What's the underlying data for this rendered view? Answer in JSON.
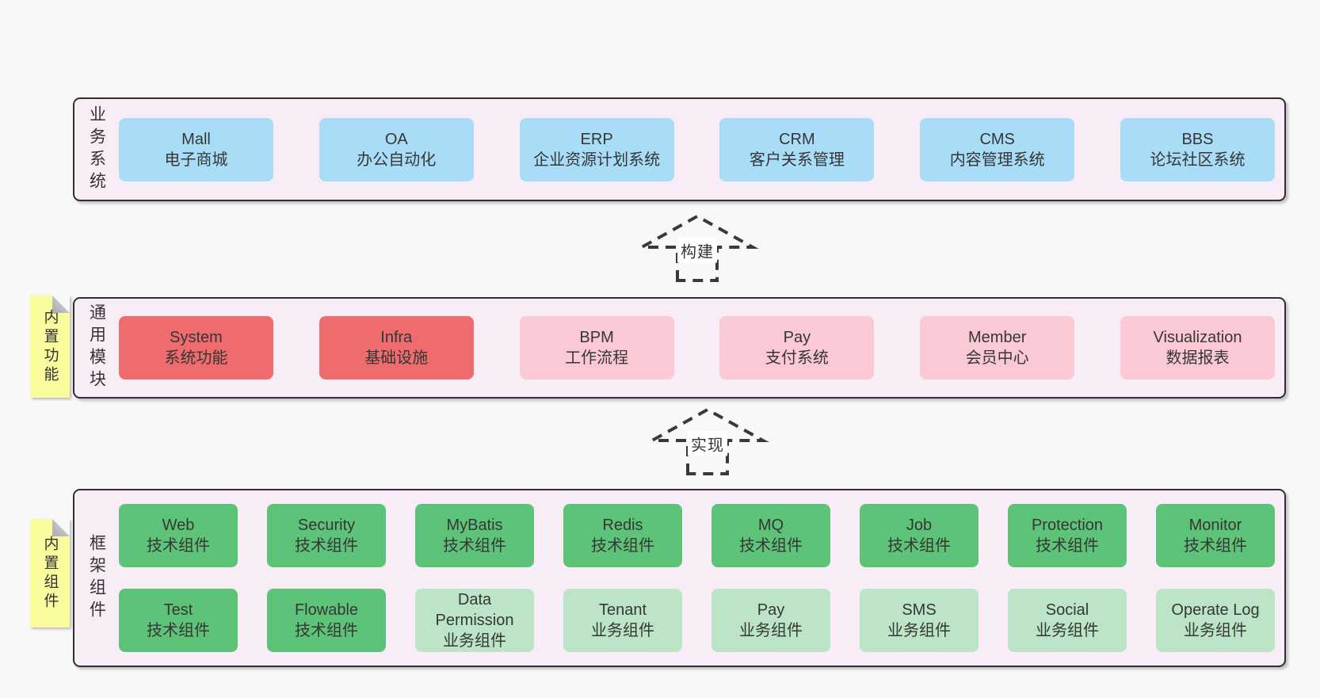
{
  "colors": {
    "page_bg": "#f8f8f8",
    "band_bg": "#f8edf6",
    "band_border": "#312e33",
    "box_blue": "#a9dcf6",
    "box_red": "#ee6b6e",
    "box_pink": "#fbc9d3",
    "box_green": "#5dc378",
    "box_green_light": "#bbe5c6",
    "note_yellow": "#fafb9d",
    "text": "#363636"
  },
  "bands": [
    {
      "label": "业务系统",
      "rows": [
        [
          {
            "title": "Mall",
            "subtitle": "电子商城"
          },
          {
            "title": "OA",
            "subtitle": "办公自动化"
          },
          {
            "title": "ERP",
            "subtitle": "企业资源计划系统"
          },
          {
            "title": "CRM",
            "subtitle": "客户关系管理"
          },
          {
            "title": "CMS",
            "subtitle": "内容管理系统"
          },
          {
            "title": "BBS",
            "subtitle": "论坛社区系统"
          }
        ]
      ]
    },
    {
      "label": "通用模块",
      "note": "内置功能",
      "rows": [
        [
          {
            "title": "System",
            "subtitle": "系统功能"
          },
          {
            "title": "Infra",
            "subtitle": "基础设施"
          },
          {
            "title": "BPM",
            "subtitle": "工作流程"
          },
          {
            "title": "Pay",
            "subtitle": "支付系统"
          },
          {
            "title": "Member",
            "subtitle": "会员中心"
          },
          {
            "title": "Visualization",
            "subtitle": "数据报表"
          }
        ]
      ]
    },
    {
      "label": "框架组件",
      "note": "内置组件",
      "rows": [
        [
          {
            "title": "Web",
            "subtitle": "技术组件"
          },
          {
            "title": "Security",
            "subtitle": "技术组件"
          },
          {
            "title": "MyBatis",
            "subtitle": "技术组件"
          },
          {
            "title": "Redis",
            "subtitle": "技术组件"
          },
          {
            "title": "MQ",
            "subtitle": "技术组件"
          },
          {
            "title": "Job",
            "subtitle": "技术组件"
          },
          {
            "title": "Protection",
            "subtitle": "技术组件"
          },
          {
            "title": "Monitor",
            "subtitle": "技术组件"
          }
        ],
        [
          {
            "title": "Test",
            "subtitle": "技术组件"
          },
          {
            "title": "Flowable",
            "subtitle": "技术组件"
          },
          {
            "title": "Data Permission",
            "subtitle": "业务组件"
          },
          {
            "title": "Tenant",
            "subtitle": "业务组件"
          },
          {
            "title": "Pay",
            "subtitle": "业务组件"
          },
          {
            "title": "SMS",
            "subtitle": "业务组件"
          },
          {
            "title": "Social",
            "subtitle": "业务组件"
          },
          {
            "title": "Operate Log",
            "subtitle": "业务组件"
          }
        ]
      ]
    }
  ],
  "arrows": [
    {
      "label": "构建"
    },
    {
      "label": "实现"
    }
  ]
}
